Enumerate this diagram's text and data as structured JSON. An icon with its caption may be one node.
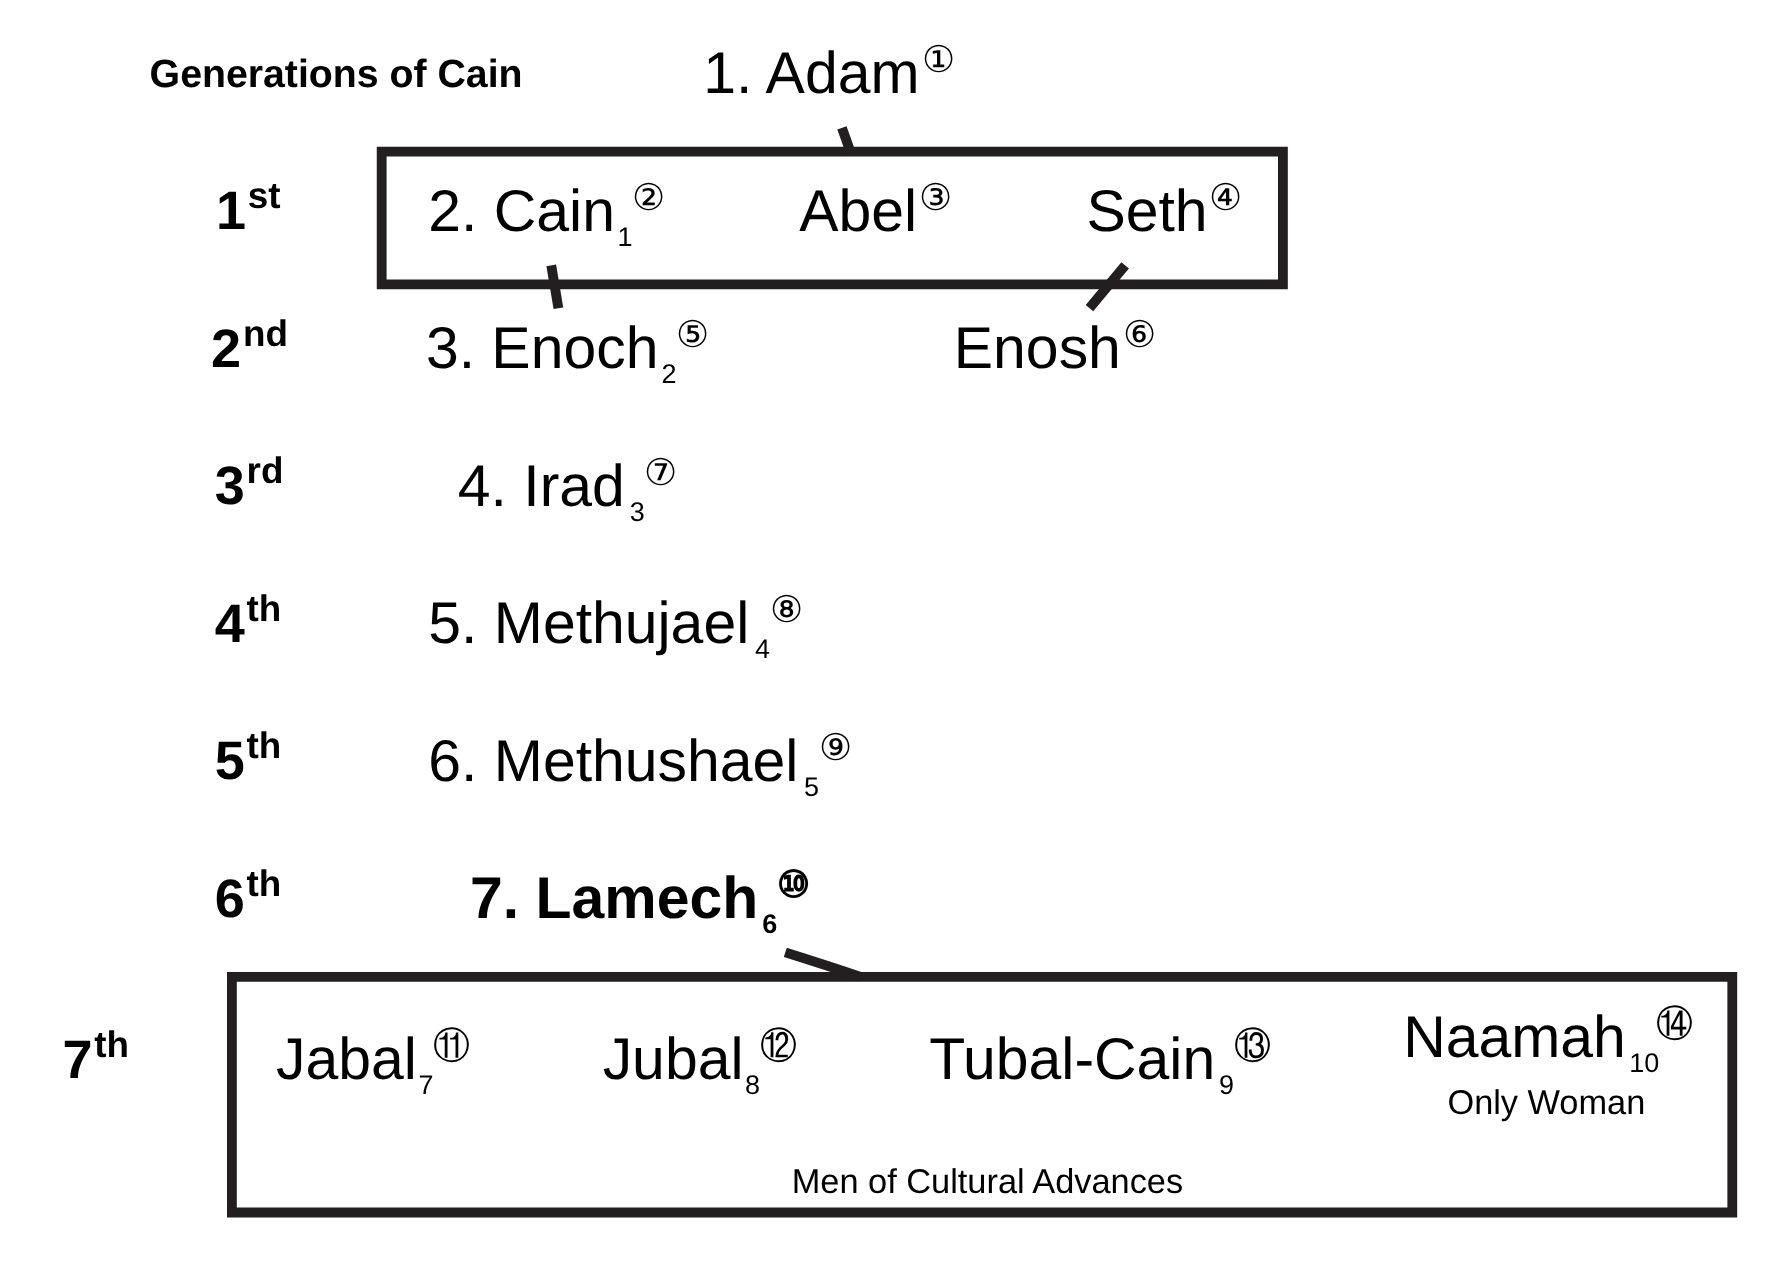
{
  "diagram": {
    "nodes": [
      {
        "text": [
          "1. Adam$^{①}$"
        ]
      },
      {
        "text": [],
        "shape": "box"
      },
      {
        "text": [
          "2. Cain$_{1}$$^{②}$"
        ],
        "in": 1
      },
      {
        "text": [
          "Abel$^{③}$"
        ],
        "in": 1
      },
      {
        "text": [
          "Seth$^{④}$"
        ],
        "in": 1
      },
      {
        "text": [
          "3. Enoch$_{2}$$^{⑤}$"
        ]
      },
      {
        "text": [
          "Enosh$^{⑥}$"
        ]
      },
      {
        "text": [
          "4. Irad$_{3}$$^{⑦}$"
        ]
      },
      {
        "text": [
          "5. Methujael$_{4}$$^{⑧}$"
        ]
      },
      {
        "text": [
          "6. Methushael$_{5}$$^{⑨}$"
        ]
      },
      {
        "text": [
          "7. Lamech$_{6}$$^{⑩}$"
        ]
      },
      {
        "text": [
          "Men of Cultural Advances"
        ]
      },
      {
        "text": [
          "Jabal$_{7}$$^{⑪}$"
        ],
        "in": 11
      },
      {
        "text": [
          "Jubal$_{8}$$^{⑫}$"
        ],
        "in": 11
      },
      {
        "text": [
          "Tubal-Cain$_{9}$$^{⑬}$"
        ],
        "in": 11
      },
      {
        "text": [
          "Naamah$_{10}$$^{⑭}$"
        ],
        "beside": [
          "Only Woman"
        ],
        "in": 11
      }
    ],
    "edges": [
      {
        "from": 0,
        "to": 1,
        "arrow": "none"
      },
      {
        "from": 2,
        "to": 5,
        "arrow": "none"
      },
      {
        "from": 4,
        "to": 6,
        "arrow": "none"
      },
      {
        "from": 10,
        "to": 11,
        "arrow": "none"
      }
    ],
    "labels": [
      "Generations of Cain",
      "1$^{st}$",
      "2$^{nd}$",
      "3$^{rd}$",
      "4$^{th}$",
      "5$^{th}$",
      "6$^{th}$",
      "7$^{th}$"
    ]
  }
}
